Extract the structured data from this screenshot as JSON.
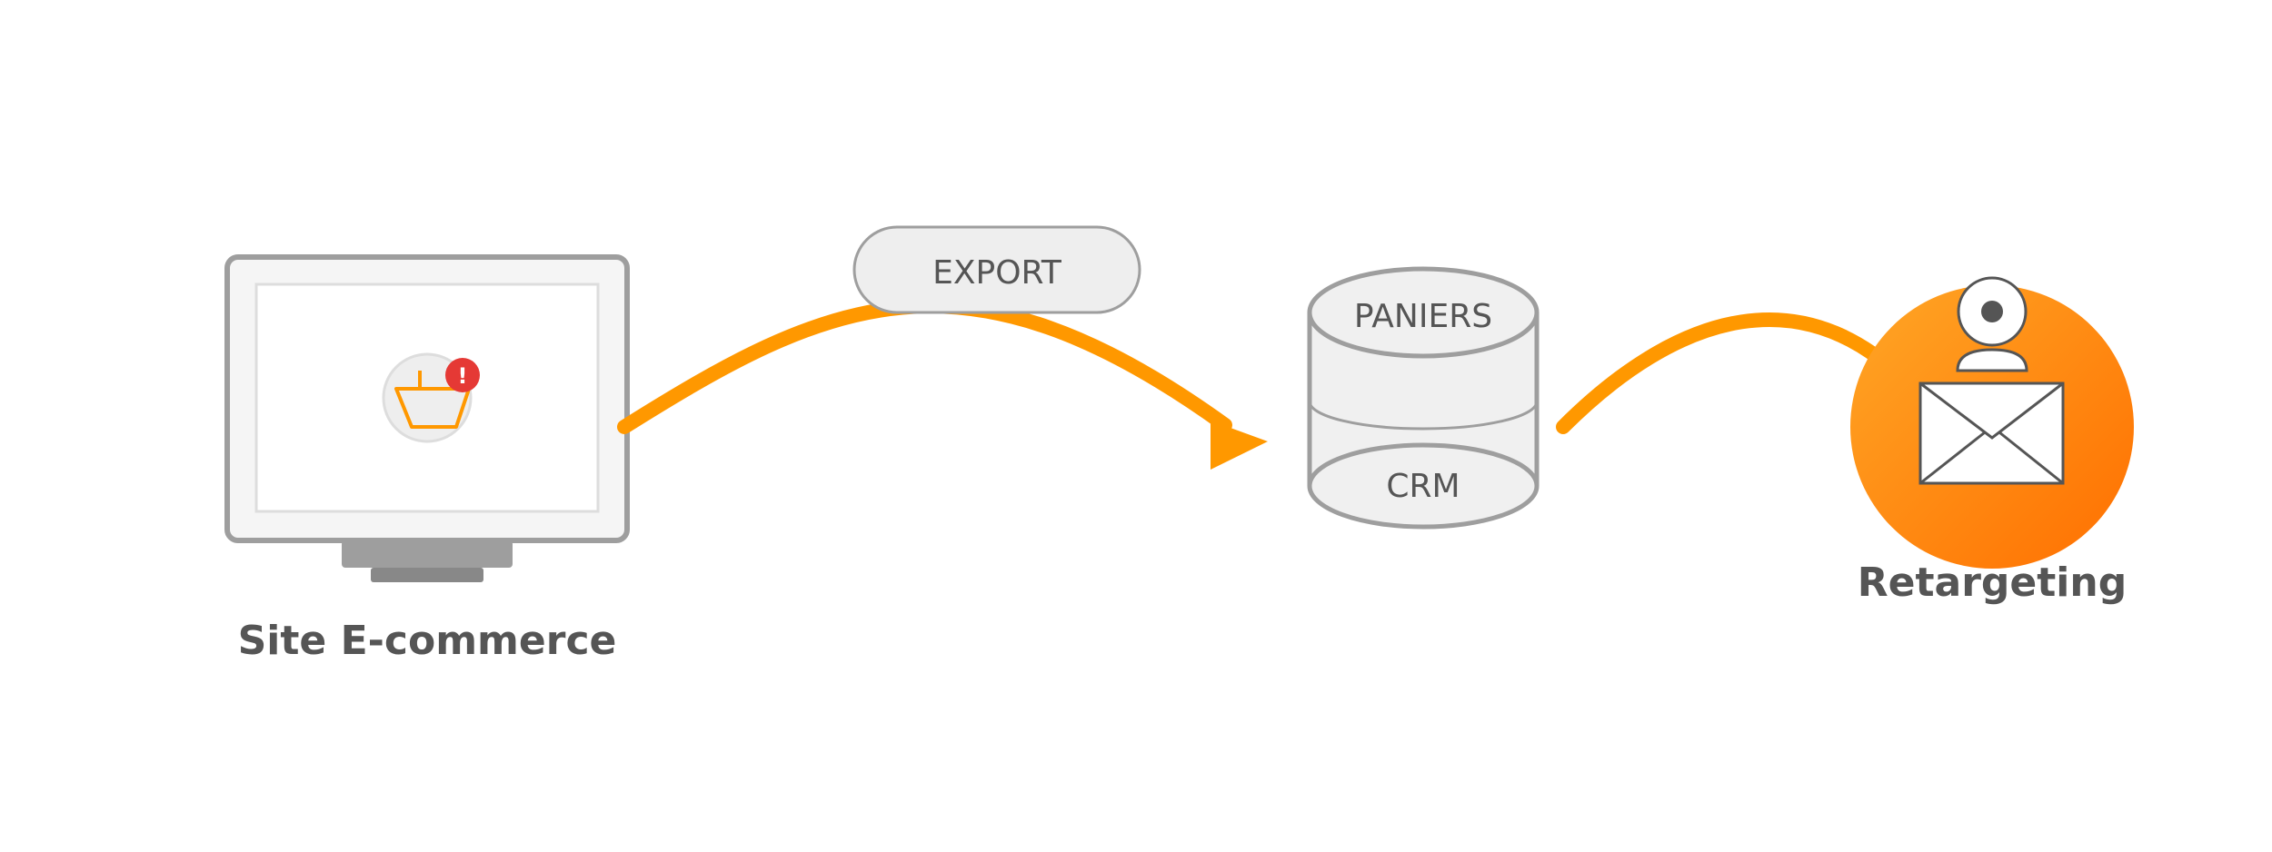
{
  "nodes": {
    "ecommerce": {
      "label": "Site E-commerce",
      "alert_glyph": "!",
      "icon": "shopping-basket-icon"
    },
    "export": {
      "label": "EXPORT"
    },
    "database": {
      "top_label": "PANIERS",
      "bottom_label": "CRM",
      "icon": "database-icon"
    },
    "retargeting": {
      "label": "Retargeting",
      "icon": "email-envelope-icon",
      "person_icon": "user-icon"
    }
  },
  "colors": {
    "accent": "#ff9800",
    "accent_dark": "#ff6f00",
    "alert": "#e53935",
    "outline": "#9e9e9e",
    "fill_light": "#f0f0f0",
    "text": "#555555"
  }
}
